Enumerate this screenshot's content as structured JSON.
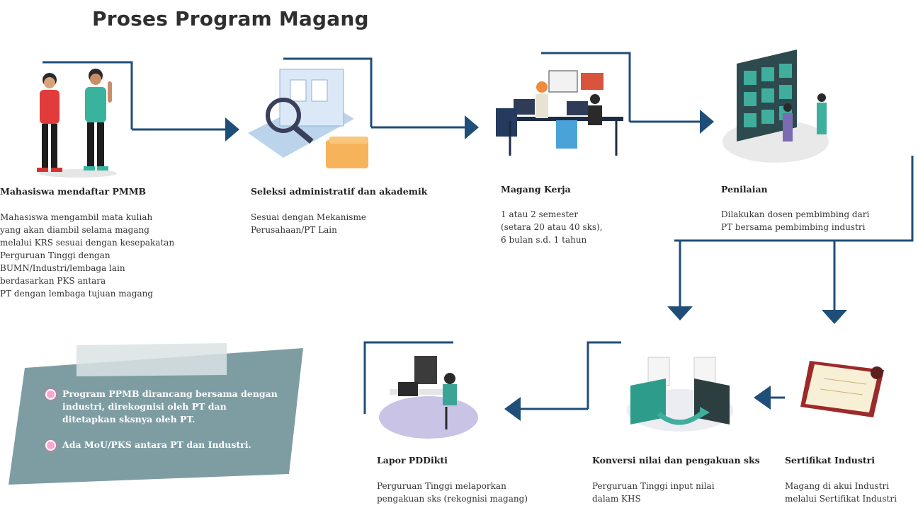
{
  "title": "Proses Program Magang",
  "colors": {
    "accent": "#1f4e79",
    "note_bg": "#7e9da3",
    "bullet": "#f6a9cf"
  },
  "steps": [
    {
      "title": "Mahasiswa mendaftar PMMB",
      "desc": "Mahasiswa mengambil mata kuliah\nyang akan diambil selama magang\nmelalui KRS sesuai dengan kesepakatan\nPerguruan Tinggi dengan\nBUMN/Industri/lembaga lain\nberdasarkan PKS antara\nPT dengan lembaga tujuan magang",
      "icon": "students-illustration-icon"
    },
    {
      "title": "Seleksi administratif dan akademik",
      "desc": "Sesuai dengan Mekanisme\nPerusahaan/PT Lain",
      "icon": "document-search-illustration-icon"
    },
    {
      "title": "Magang Kerja",
      "desc": "1 atau 2 semester\n(setara 20 atau 40 sks),\n6 bulan s.d. 1 tahun",
      "icon": "office-work-illustration-icon"
    },
    {
      "title": "Penilaian",
      "desc": "Dilakukan dosen pembimbing dari\nPT bersama pembimbing industri",
      "icon": "evaluation-board-illustration-icon"
    },
    {
      "title": "Sertifikat Industri",
      "desc": "Magang di akui Industri\nmelalui Sertifikat Industri",
      "icon": "certificate-illustration-icon"
    },
    {
      "title": "Konversi nilai dan pengakuan sks",
      "desc": "Perguruan Tinggi input nilai\ndalam KHS",
      "icon": "data-transfer-illustration-icon"
    },
    {
      "title": "Lapor PDDikti",
      "desc": "Perguruan Tinggi melaporkan\npengakuan sks (rekognisi magang)",
      "icon": "reporting-desk-illustration-icon"
    }
  ],
  "notes": [
    "Program PPMB dirancang bersama dengan\nindustri, direkognisi oleh PT dan\nditetapkan sksnya oleh PT.",
    "Ada MoU/PKS antara PT dan Industri."
  ]
}
